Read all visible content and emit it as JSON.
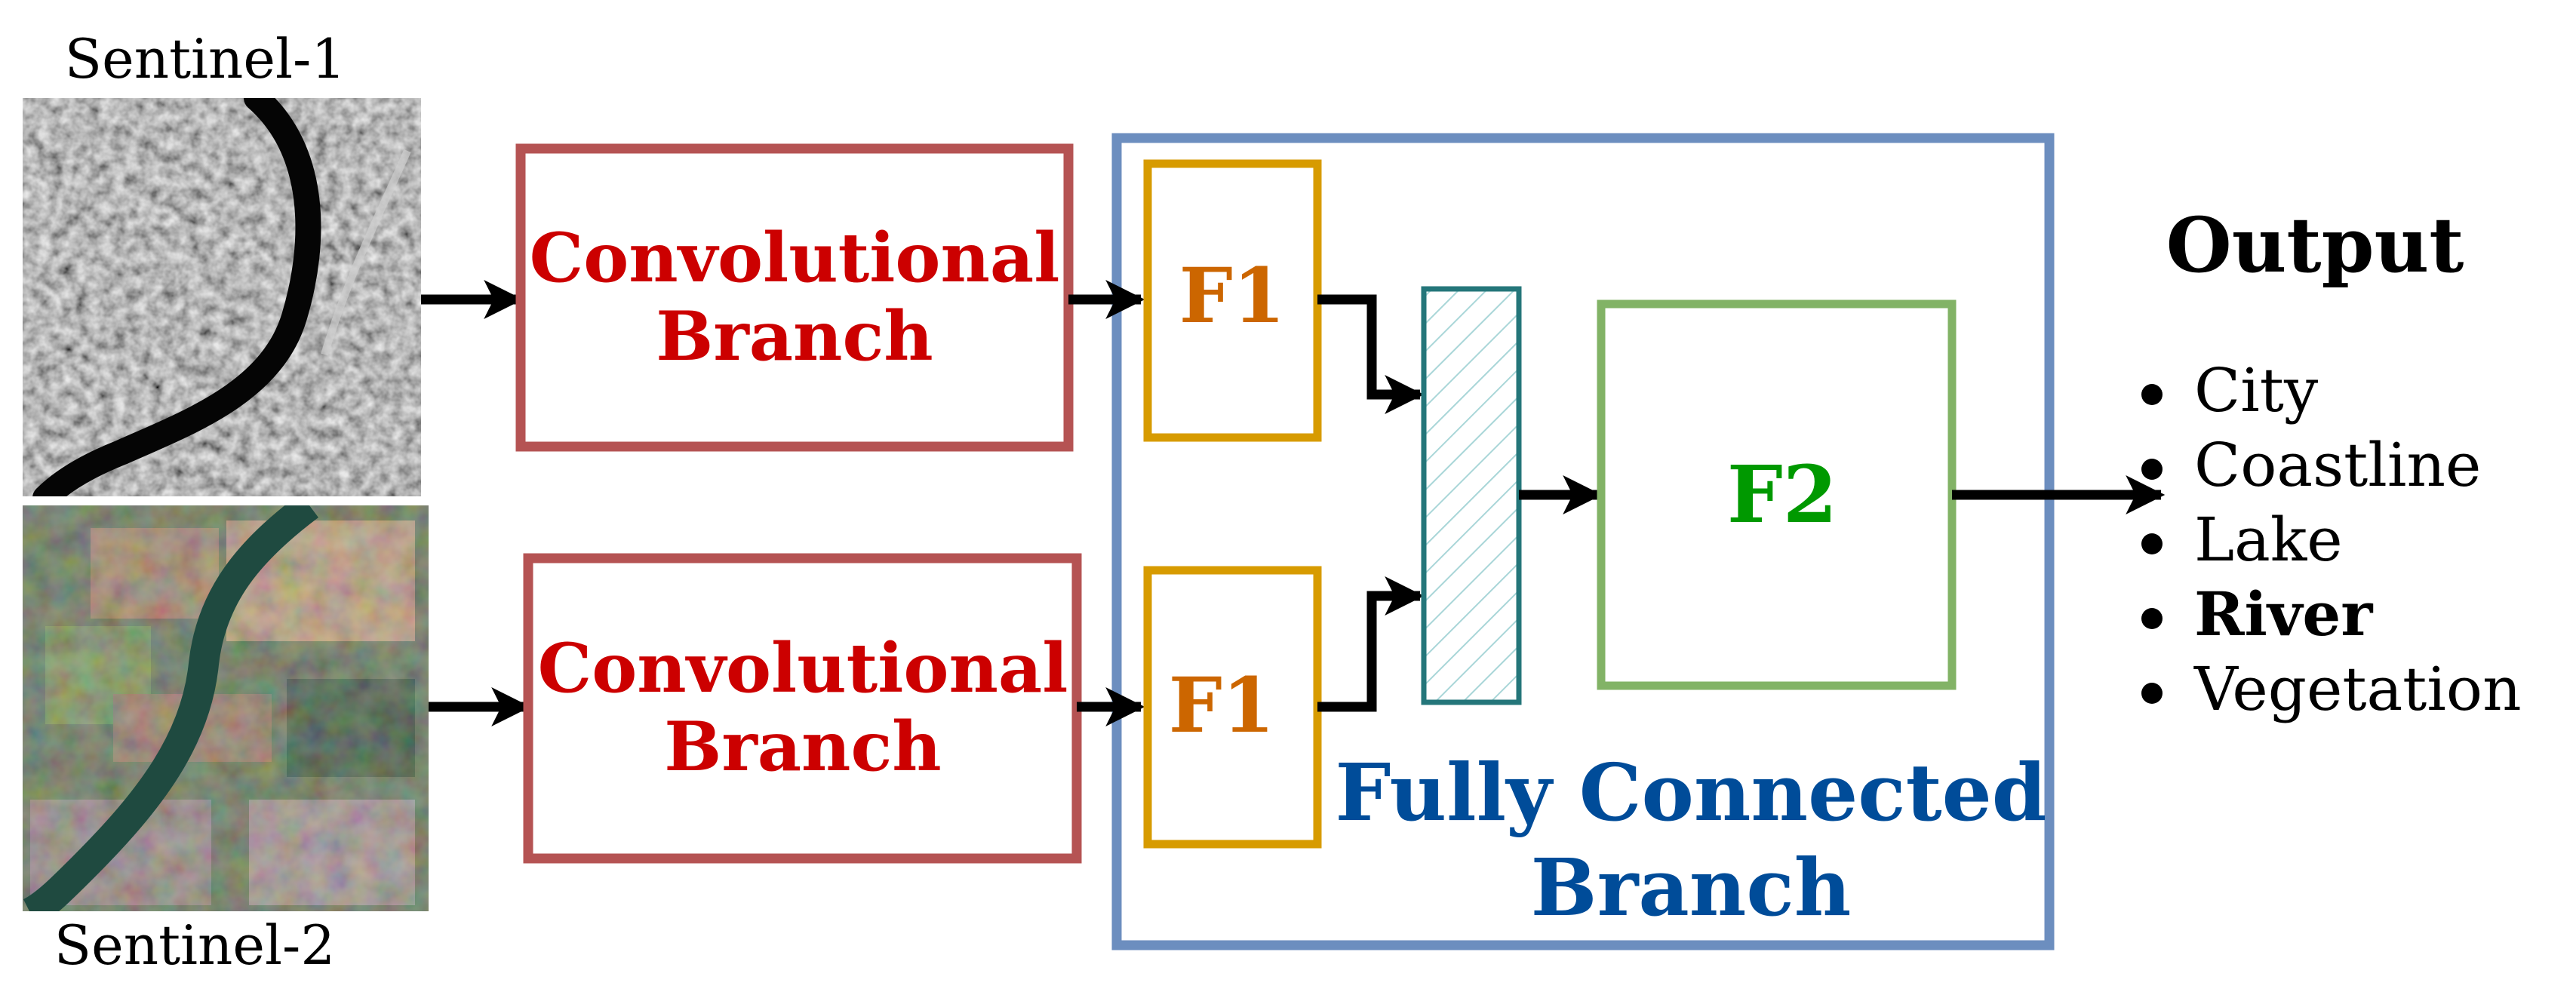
{
  "inputs": {
    "s1_label": "Sentinel-1",
    "s2_label": "Sentinel-2"
  },
  "conv_branches": {
    "line1": "Convolutional",
    "line2": "Branch"
  },
  "fc_branch": {
    "f1_label": "F1",
    "f2_label": "F2",
    "title_line1": "Fully Connected",
    "title_line2": "Branch"
  },
  "output": {
    "title": "Output",
    "classes": [
      {
        "label": "City",
        "bold": false
      },
      {
        "label": "Coastline",
        "bold": false
      },
      {
        "label": "Lake",
        "bold": false
      },
      {
        "label": "River",
        "bold": true
      },
      {
        "label": "Vegetation",
        "bold": false
      }
    ]
  },
  "colors": {
    "conv_border": "#b55353",
    "conv_text": "#cc0000",
    "fc_border": "#6c8ebf",
    "fc_text": "#004c99",
    "f1_border": "#d79b00",
    "f1_text": "#cc6600",
    "f2_border": "#82b366",
    "f2_text": "#009900",
    "concat_border": "#24767a",
    "concat_hatch": "#a9d6d8",
    "arrow": "#000000"
  }
}
